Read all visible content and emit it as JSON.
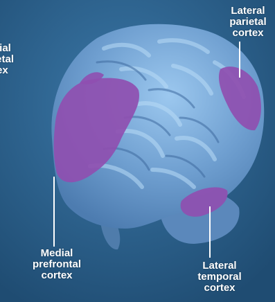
{
  "labels": {
    "lateral_parietal": [
      "Lateral",
      "parietal",
      "cortex"
    ],
    "medial_parietal": [
      "dial",
      "ietal",
      "tex"
    ],
    "medial_prefrontal": [
      "Medial",
      "prefrontal",
      "cortex"
    ],
    "lateral_temporal": [
      "Lateral",
      "temporal",
      "cortex"
    ]
  },
  "colors": {
    "background": "#2a5f8a",
    "brain": "#6f9fd0",
    "highlight": "#8f4fb0",
    "label": "#ffffff"
  }
}
